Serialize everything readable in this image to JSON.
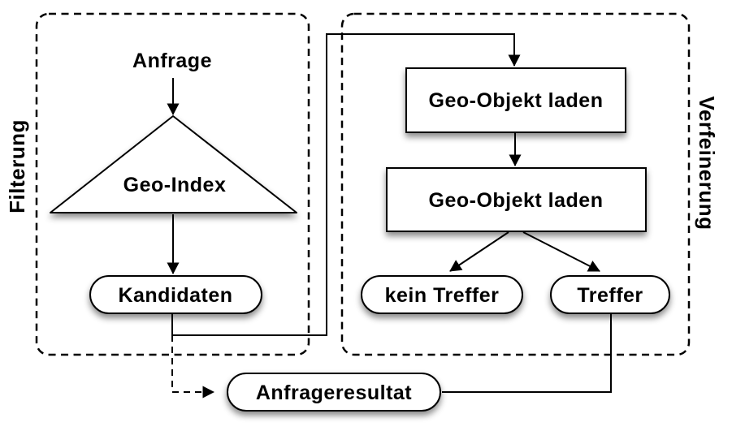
{
  "diagram": {
    "colors": {
      "stroke": "#000000",
      "shape_fill": "#ffffff",
      "background": "#ffffff",
      "shadow": "#000000"
    },
    "regions": {
      "filterung": {
        "label": "Filterung",
        "border": "dashed",
        "side_label_position": "left"
      },
      "verfeinerung": {
        "label": "Verfeinerung",
        "border": "dashed",
        "side_label_position": "right"
      }
    },
    "nodes": {
      "anfrage": {
        "label": "Anfrage",
        "shape": "plain-text",
        "region": "Filterung"
      },
      "geo_index": {
        "label": "Geo-Index",
        "shape": "triangle",
        "region": "Filterung"
      },
      "kandidaten": {
        "label": "Kandidaten",
        "shape": "rounded-pill",
        "region": "Filterung"
      },
      "geo_objekt_laden_1": {
        "label": "Geo-Objekt laden",
        "shape": "rectangle",
        "region": "Verfeinerung"
      },
      "geo_objekt_laden_2": {
        "label": "Geo-Objekt laden",
        "shape": "rectangle",
        "region": "Verfeinerung"
      },
      "kein_treffer": {
        "label": "kein Treffer",
        "shape": "rounded-pill",
        "region": "Verfeinerung"
      },
      "treffer": {
        "label": "Treffer",
        "shape": "rounded-pill",
        "region": "Verfeinerung"
      },
      "anfrageresultat": {
        "label": "Anfrageresultat",
        "shape": "rounded-pill",
        "region": "none"
      }
    },
    "edges": [
      {
        "from": "anfrage",
        "to": "geo_index",
        "style": "solid",
        "arrowhead": true
      },
      {
        "from": "geo_index",
        "to": "kandidaten",
        "style": "solid",
        "arrowhead": true
      },
      {
        "from": "kandidaten",
        "to": "geo_objekt_laden_1",
        "style": "solid",
        "arrowhead": true,
        "route": "down-right-up-over-top"
      },
      {
        "from": "geo_objekt_laden_1",
        "to": "geo_objekt_laden_2",
        "style": "solid",
        "arrowhead": true
      },
      {
        "from": "geo_objekt_laden_2",
        "to": "kein_treffer",
        "style": "solid",
        "arrowhead": true
      },
      {
        "from": "geo_objekt_laden_2",
        "to": "treffer",
        "style": "solid",
        "arrowhead": true
      },
      {
        "from": "kandidaten",
        "to": "anfrageresultat",
        "style": "dashed",
        "arrowhead": true
      },
      {
        "from": "treffer",
        "to": "anfrageresultat",
        "style": "solid",
        "arrowhead": false
      }
    ]
  }
}
